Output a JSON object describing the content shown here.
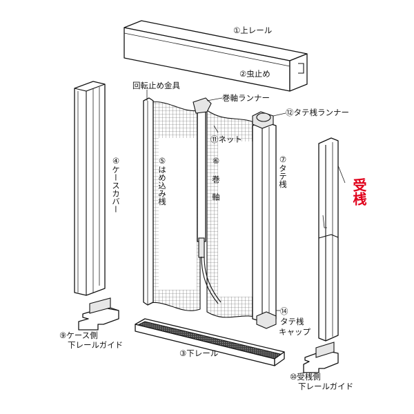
{
  "colors": {
    "accent": "#e0001b",
    "ink": "#111111"
  },
  "labels": {
    "upper_rail": "①上レール",
    "insect_stop": "②虫止め",
    "lower_rail": "③下レール",
    "case_cover": "④ケースカバー",
    "inset_bar": "⑤はめ込み桟",
    "roll_shaft": "⑥巻軸",
    "vertical_bar": "⑦タテ桟",
    "case_guide_1": "⑨ケース側",
    "case_guide_2": "下レールガイド",
    "receiver_guide_1": "⑩受桟側",
    "receiver_guide_2": "下レールガイド",
    "net": "⑪ネット",
    "vertical_runner": "⑫タテ桟ランナー",
    "cap_1": "⑭",
    "cap_2": "タテ桟",
    "cap_3": "キャップ",
    "rotation_stop": "回転止め金具",
    "shaft_runner": "巻軸ランナー",
    "receiver_bar": "受桟"
  }
}
